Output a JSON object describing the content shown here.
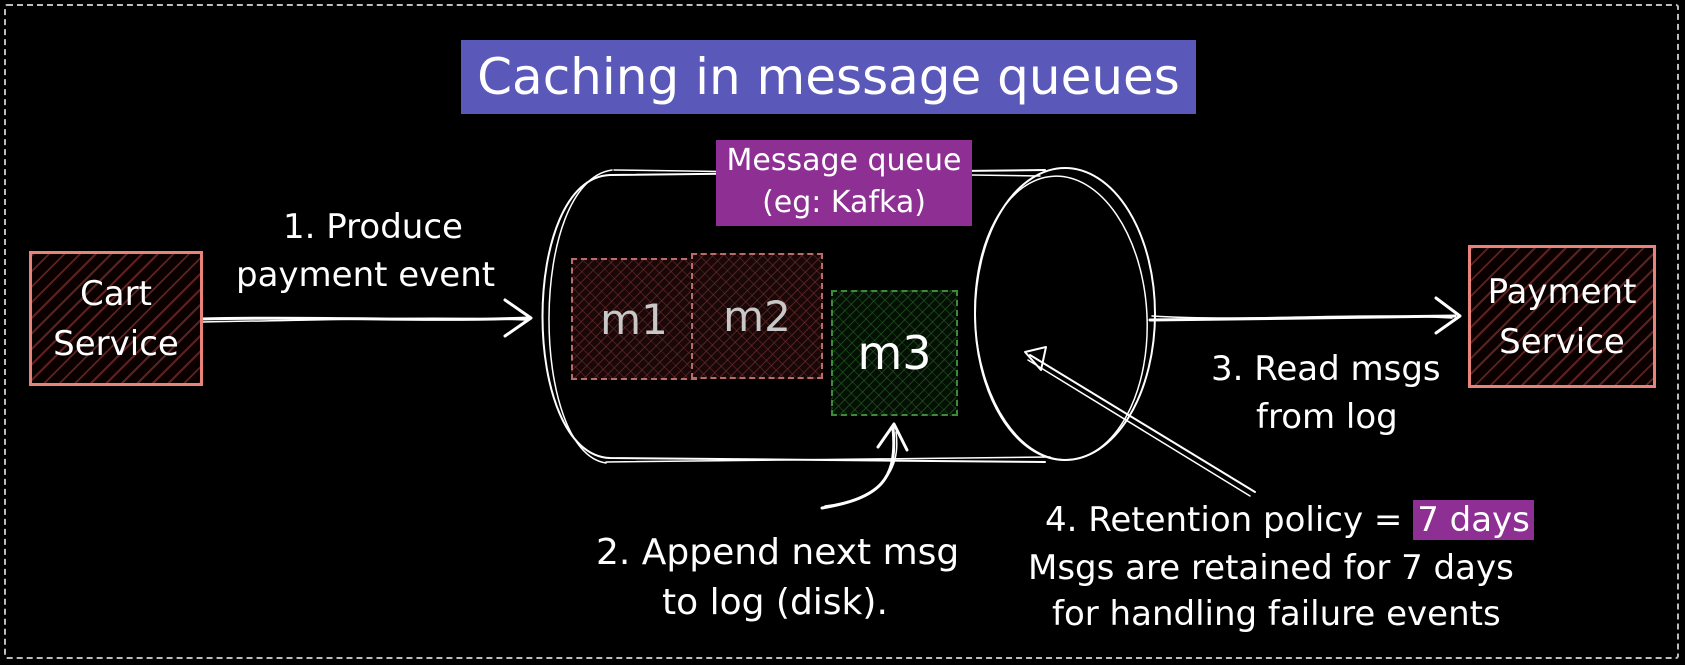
{
  "title": "Caching in message queues",
  "queue": {
    "label_line1": "Message queue",
    "label_line2": "(eg: Kafka)"
  },
  "cart_service": {
    "line1": "Cart",
    "line2": "Service"
  },
  "payment_service": {
    "line1": "Payment",
    "line2": "Service"
  },
  "messages": {
    "m1": "m1",
    "m2": "m2",
    "m3": "m3"
  },
  "steps": {
    "produce_line1": "1. Produce",
    "produce_line2": "payment event",
    "append_line1": "2. Append next msg",
    "append_line2": "to log (disk).",
    "read_line1": "3. Read msgs",
    "read_line2": "from log",
    "retention_prefix": "4. Retention policy = ",
    "retention_value": "7 days",
    "retention_line2": "Msgs are retained for 7 days",
    "retention_line3": "for handling failure events"
  },
  "colors": {
    "background": "#000000",
    "title_bg": "#5a58b8",
    "highlight": "#8e2f93",
    "service_border": "#e8837c",
    "m3_border": "#3f8a3a"
  }
}
